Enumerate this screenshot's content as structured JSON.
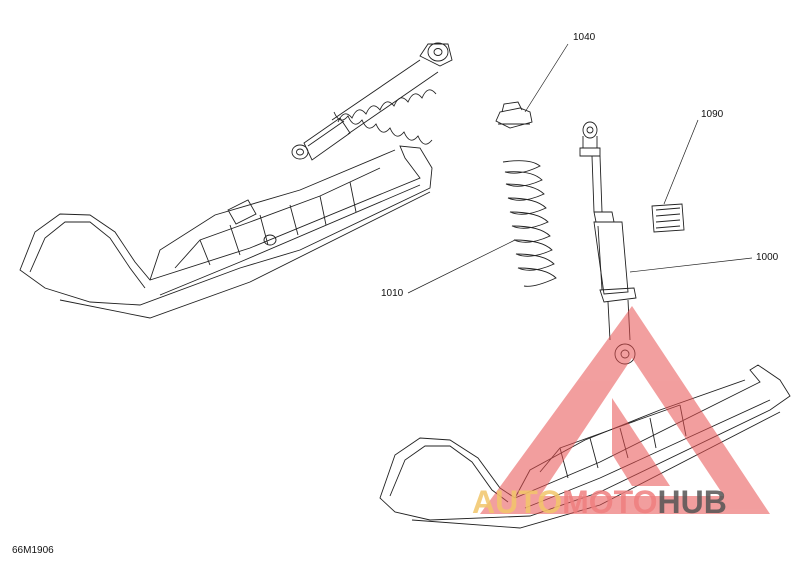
{
  "callouts": {
    "c1040": "1040",
    "c1090": "1090",
    "c1000": "1000",
    "c1010": "1010"
  },
  "diagram_code": "66M1906",
  "watermark": {
    "part_auto": "AUTO",
    "part_moto": "MOTO",
    "part_hub": "HUB",
    "colors": {
      "auto": "#f2c66a",
      "moto": "#ef7f7f",
      "hub": "#555555",
      "triangle": "#e85050"
    }
  }
}
